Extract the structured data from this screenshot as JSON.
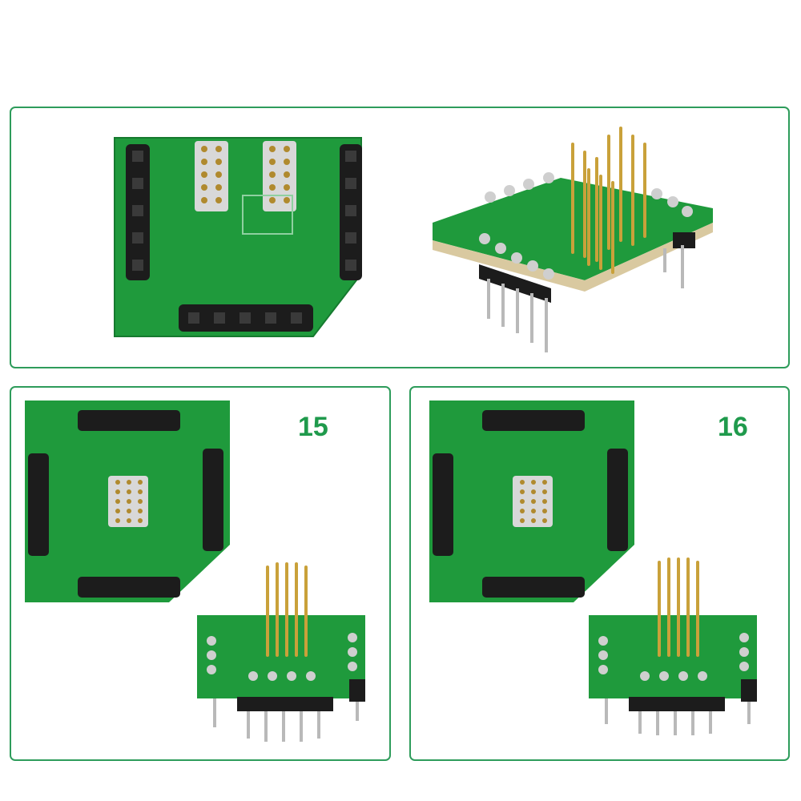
{
  "panels": [
    {
      "id": "top",
      "label": ""
    },
    {
      "id": "bottom-left",
      "label": "15"
    },
    {
      "id": "bottom-right",
      "label": "16"
    }
  ],
  "colors": {
    "frame": "#2e9c5b",
    "pcb": "#1f9a3c",
    "pcb_dark": "#15772c",
    "header": "#1c1c1c",
    "pin": "#c9a13a",
    "label": "#1f9a4c"
  },
  "icons": [
    "pcb-board-image",
    "pogo-pin-adapter-image"
  ]
}
